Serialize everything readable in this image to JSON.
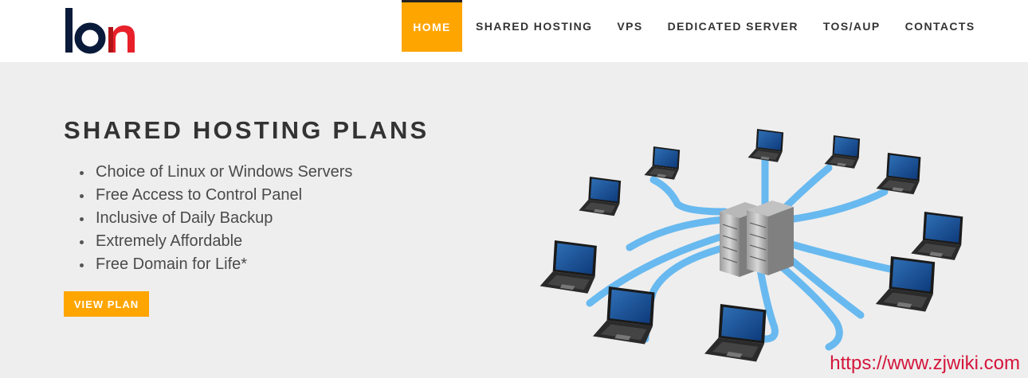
{
  "header": {
    "logo_text": "lon",
    "nav": [
      {
        "label": "HOME",
        "active": true
      },
      {
        "label": "SHARED HOSTING",
        "active": false
      },
      {
        "label": "VPS",
        "active": false
      },
      {
        "label": "DEDICATED SERVER",
        "active": false
      },
      {
        "label": "TOS/AUP",
        "active": false
      },
      {
        "label": "CONTACTS",
        "active": false
      }
    ]
  },
  "hero": {
    "title": "SHARED HOSTING PLANS",
    "features": [
      "Choice of Linux or Windows Servers",
      "Free Access to Control Panel",
      "Inclusive of Daily Backup",
      "Extremely Affordable",
      "Free Domain for Life*"
    ],
    "cta_label": "VIEW PLAN",
    "illustration_icons": [
      "server-icon",
      "laptop-icon"
    ]
  },
  "watermark": "https://www.zjwiki.com",
  "colors": {
    "accent": "#ffa500",
    "hero_bg": "#eeeeee",
    "logo_dark": "#0a1a3a",
    "logo_red": "#e8202a",
    "network_line": "#5ab4f0"
  }
}
